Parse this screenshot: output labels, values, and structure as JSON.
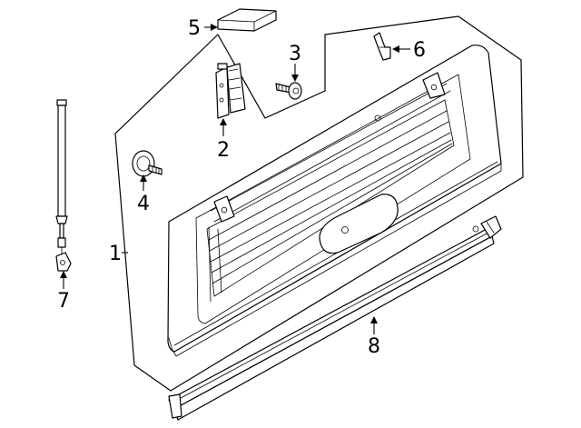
{
  "diagram": {
    "callouts": [
      {
        "id": "1",
        "label": "1"
      },
      {
        "id": "2",
        "label": "2"
      },
      {
        "id": "3",
        "label": "3"
      },
      {
        "id": "4",
        "label": "4"
      },
      {
        "id": "5",
        "label": "5"
      },
      {
        "id": "6",
        "label": "6"
      },
      {
        "id": "7",
        "label": "7"
      },
      {
        "id": "8",
        "label": "8"
      }
    ],
    "parts": {
      "p1": "liftgate-glass-assembly",
      "p2": "glass-hinge",
      "p3": "hinge-bolt",
      "p4": "ball-stud",
      "p5": "bumper-pad",
      "p6": "clip",
      "p7": "support-strut",
      "p8": "weatherstrip-seal"
    }
  }
}
